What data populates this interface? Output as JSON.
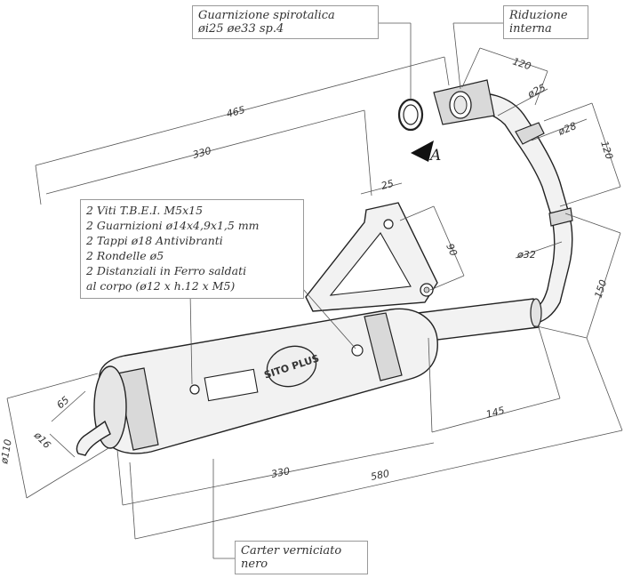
{
  "labels": {
    "gasket": [
      "Guarnizione spirotalica",
      "øi25 øe33 sp.4"
    ],
    "reduction": [
      "Riduzione",
      "interna"
    ],
    "kit": [
      "2 Viti T.B.E.I. M5x15",
      "2 Guarnizioni ø14x4,9x1,5 mm",
      "2 Tappi ø18 Antivibranti",
      "2 Rondelle ø5",
      "2 Distanziali in Ferro saldati",
      "al corpo (ø12 x h.12 x M5)"
    ],
    "carter": [
      "Carter verniciato",
      "nero"
    ],
    "view_marker": "A",
    "brand": "SITO PLUS"
  },
  "dimensions": {
    "d465": "465",
    "d330_top": "330",
    "d25": "25",
    "d90": "90",
    "d120_top": "120",
    "d25_dia": "ø25",
    "d28_dia": "ø28",
    "d120_right": "120",
    "d32_dia": "ø32",
    "d150": "150",
    "d145": "145",
    "d330_bottom": "330",
    "d580": "580",
    "d65": "65",
    "d16_dia": "ø16",
    "d110_dia": "ø110"
  }
}
